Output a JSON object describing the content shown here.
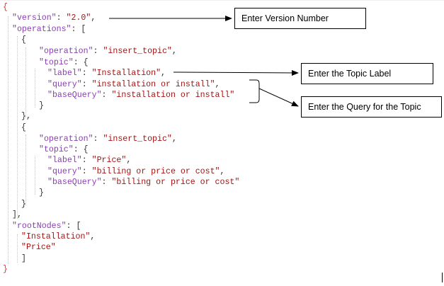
{
  "code_lines": [
    [
      [
        "{",
        "b-red"
      ]
    ],
    [
      [
        "\"version\"",
        "k"
      ],
      [
        ": ",
        "p"
      ],
      [
        "\"2.0\"",
        "s"
      ],
      [
        ",",
        "p"
      ]
    ],
    [
      [
        "\"operations\"",
        "k"
      ],
      [
        ": [",
        "p"
      ]
    ],
    [
      [
        "{",
        "p"
      ]
    ],
    [
      [
        "\"operation\"",
        "k"
      ],
      [
        ": ",
        "p"
      ],
      [
        "\"insert_topic\"",
        "s"
      ],
      [
        ",",
        "p"
      ]
    ],
    [
      [
        "\"topic\"",
        "k"
      ],
      [
        ": {",
        "p"
      ]
    ],
    [
      [
        "\"label\"",
        "k"
      ],
      [
        ": ",
        "p"
      ],
      [
        "\"Installation\"",
        "s"
      ],
      [
        ",",
        "p"
      ]
    ],
    [
      [
        "\"query\"",
        "k"
      ],
      [
        ": ",
        "p"
      ],
      [
        "\"installation or install\"",
        "s"
      ],
      [
        ",",
        "p"
      ]
    ],
    [
      [
        "\"baseQuery\"",
        "k"
      ],
      [
        ": ",
        "p"
      ],
      [
        "\"installation or install\"",
        "s"
      ]
    ],
    [
      [
        "}",
        "p"
      ]
    ],
    [
      [
        "},",
        "p"
      ]
    ],
    [
      [
        "{",
        "p"
      ]
    ],
    [
      [
        "\"operation\"",
        "k"
      ],
      [
        ": ",
        "p"
      ],
      [
        "\"insert_topic\"",
        "s"
      ],
      [
        ",",
        "p"
      ]
    ],
    [
      [
        "\"topic\"",
        "k"
      ],
      [
        ": {",
        "p"
      ]
    ],
    [
      [
        "\"label\"",
        "k"
      ],
      [
        ": ",
        "p"
      ],
      [
        "\"Price\"",
        "s"
      ],
      [
        ",",
        "p"
      ]
    ],
    [
      [
        "\"query\"",
        "k"
      ],
      [
        ": ",
        "p"
      ],
      [
        "\"billing or price or cost\"",
        "s"
      ],
      [
        ",",
        "p"
      ]
    ],
    [
      [
        "\"baseQuery\"",
        "k"
      ],
      [
        ": ",
        "p"
      ],
      [
        "\"billing or price or cost\"",
        "s"
      ]
    ],
    [
      [
        "}",
        "p"
      ]
    ],
    [
      [
        "}",
        "p"
      ]
    ],
    [
      [
        "],",
        "p"
      ]
    ],
    [
      [
        "\"rootNodes\"",
        "k"
      ],
      [
        ": [",
        "p"
      ]
    ],
    [
      [
        "\"Installation\"",
        "s"
      ],
      [
        ",",
        "p"
      ]
    ],
    [
      [
        "\"Price\"",
        "s"
      ]
    ],
    [
      [
        "]",
        "p"
      ]
    ],
    [
      [
        "}",
        "b-red"
      ]
    ]
  ],
  "callouts": {
    "version": "Enter Version Number",
    "label": "Enter the Topic Label",
    "query": "Enter the Query for the Topic"
  },
  "colors": {
    "key": "#8a3db6",
    "string": "#a31515",
    "punctuation": "#333333",
    "outer_brace": "#e8352b"
  }
}
